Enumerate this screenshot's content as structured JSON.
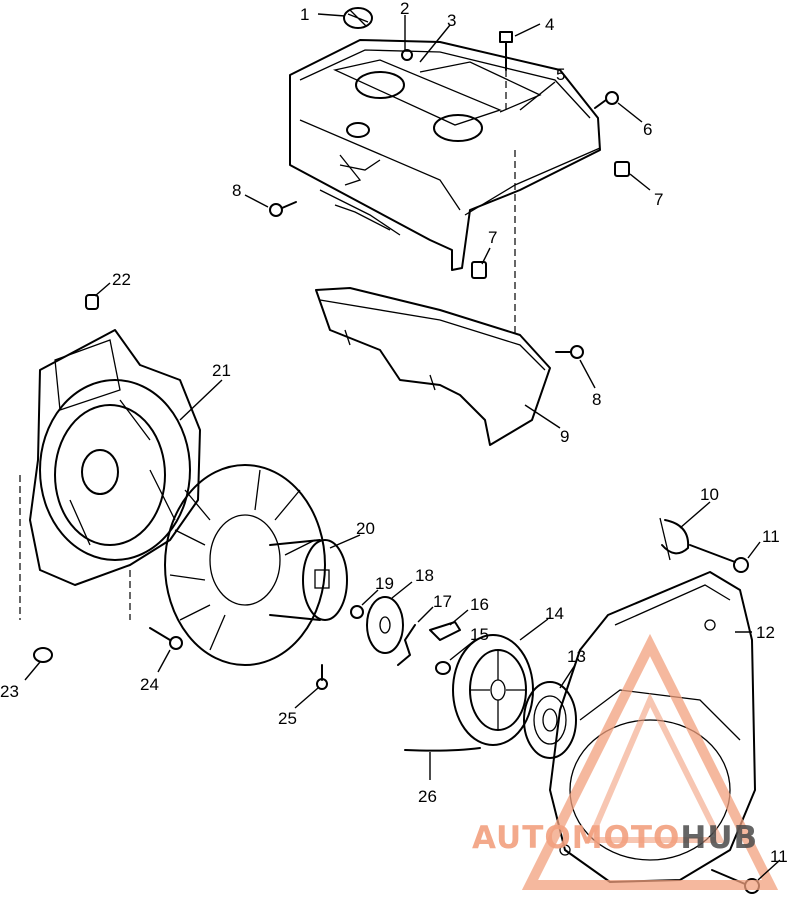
{
  "callouts": [
    {
      "id": "c1",
      "label": "1"
    },
    {
      "id": "c2",
      "label": "2"
    },
    {
      "id": "c3",
      "label": "3"
    },
    {
      "id": "c4",
      "label": "4"
    },
    {
      "id": "c5",
      "label": "5"
    },
    {
      "id": "c6",
      "label": "6"
    },
    {
      "id": "c7a",
      "label": "7"
    },
    {
      "id": "c7b",
      "label": "7"
    },
    {
      "id": "c8a",
      "label": "8"
    },
    {
      "id": "c8b",
      "label": "8"
    },
    {
      "id": "c9",
      "label": "9"
    },
    {
      "id": "c10",
      "label": "10"
    },
    {
      "id": "c11a",
      "label": "11"
    },
    {
      "id": "c11b",
      "label": "11"
    },
    {
      "id": "c12",
      "label": "12"
    },
    {
      "id": "c13",
      "label": "13"
    },
    {
      "id": "c14",
      "label": "14"
    },
    {
      "id": "c15",
      "label": "15"
    },
    {
      "id": "c16",
      "label": "16"
    },
    {
      "id": "c17",
      "label": "17"
    },
    {
      "id": "c18",
      "label": "18"
    },
    {
      "id": "c19",
      "label": "19"
    },
    {
      "id": "c20",
      "label": "20"
    },
    {
      "id": "c21",
      "label": "21"
    },
    {
      "id": "c22",
      "label": "22"
    },
    {
      "id": "c23",
      "label": "23"
    },
    {
      "id": "c24",
      "label": "24"
    },
    {
      "id": "c25",
      "label": "25"
    },
    {
      "id": "c26",
      "label": "26"
    }
  ],
  "watermark": {
    "part1": "AUTOMOTO",
    "part2": "HUB",
    "color_main": "#f2a07e",
    "color_accent": "#4a4a4a"
  }
}
